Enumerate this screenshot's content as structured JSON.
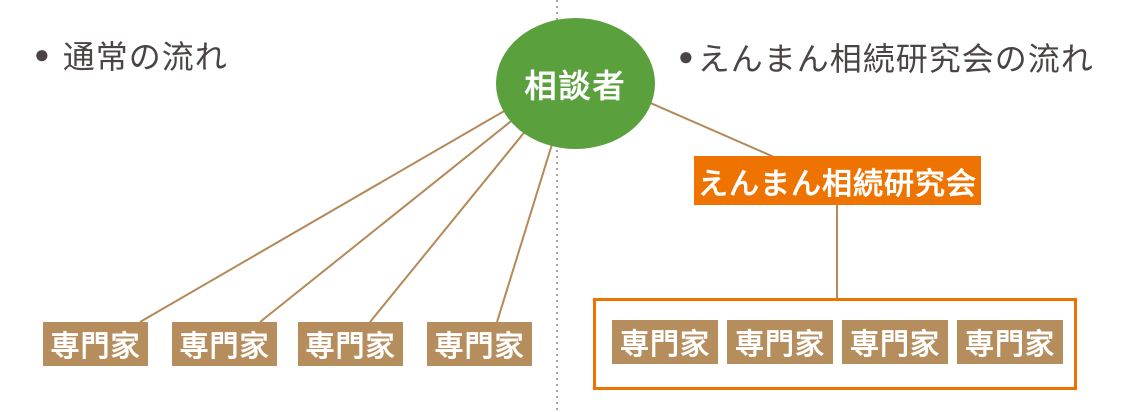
{
  "diagram": {
    "left_section": {
      "bullet": "●",
      "title": "通常の流れ",
      "experts": [
        {
          "label": "専門家"
        },
        {
          "label": "専門家"
        },
        {
          "label": "専門家"
        },
        {
          "label": "専門家"
        }
      ]
    },
    "right_section": {
      "bullet": "●",
      "title": "えんまん相続研究会の流れ",
      "org_label": "えんまん相続研究会",
      "experts": [
        {
          "label": "専門家"
        },
        {
          "label": "専門家"
        },
        {
          "label": "専門家"
        },
        {
          "label": "専門家"
        }
      ]
    },
    "center_node": {
      "label": "相談者"
    },
    "colors": {
      "consultant_green": "#5aa13e",
      "expert_tan": "#b68e5e",
      "org_orange": "#ee7300",
      "group_border_orange": "#ee7300",
      "connector_line": "#b38a57",
      "divider_dotted_gray": "#a3a3a3",
      "title_text": "#4b4444",
      "node_text": "#ffffff",
      "background": "#ffffff"
    }
  }
}
